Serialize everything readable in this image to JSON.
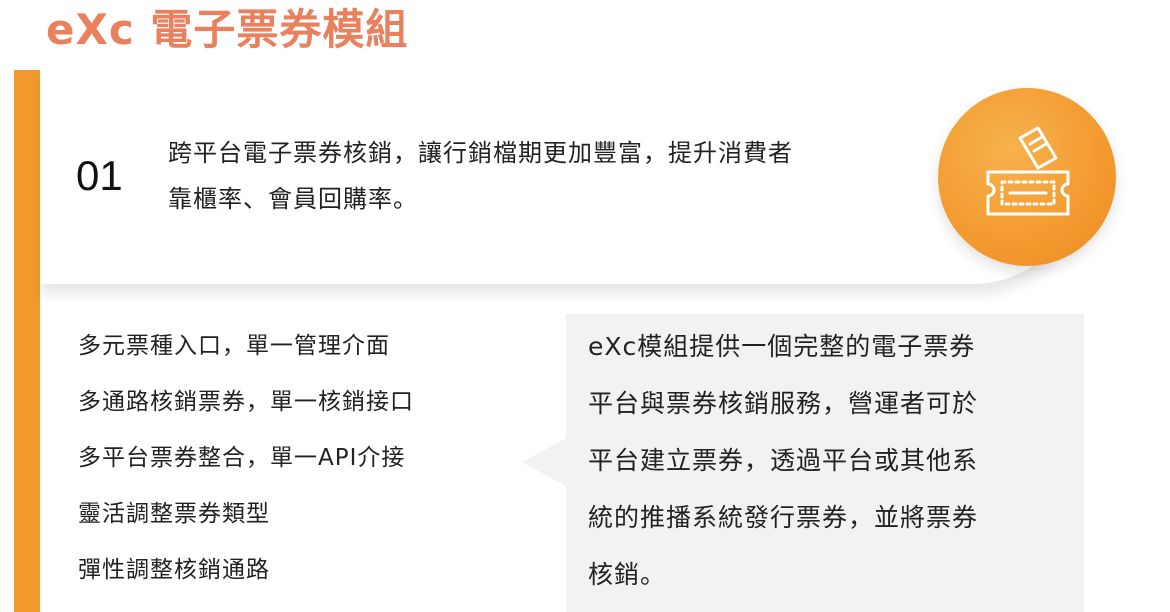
{
  "colors": {
    "accent": "#F39A2F",
    "title": "#E9805E",
    "panel": "#F2F2F2"
  },
  "header": {
    "title": "eXc 電子票券模組"
  },
  "hero": {
    "number": "01",
    "text_line_1": "跨平台電子票券核銷，讓行銷檔期更加豐富，提升消費者",
    "text_line_2": "靠櫃率、會員回購率。",
    "icon": "ticket-icon"
  },
  "features": [
    "多元票種入口，單一管理介面",
    "多通路核銷票券，單一核銷接口",
    "多平台票券整合，單一API介接",
    "靈活調整票券類型",
    "彈性調整核銷通路"
  ],
  "description": {
    "lines": [
      "eXc模組提供一個完整的電子票券",
      "平台與票券核銷服務，營運者可於",
      "平台建立票券，透過平台或其他系",
      "統的推播系統發行票券，並將票券",
      "核銷。"
    ]
  }
}
